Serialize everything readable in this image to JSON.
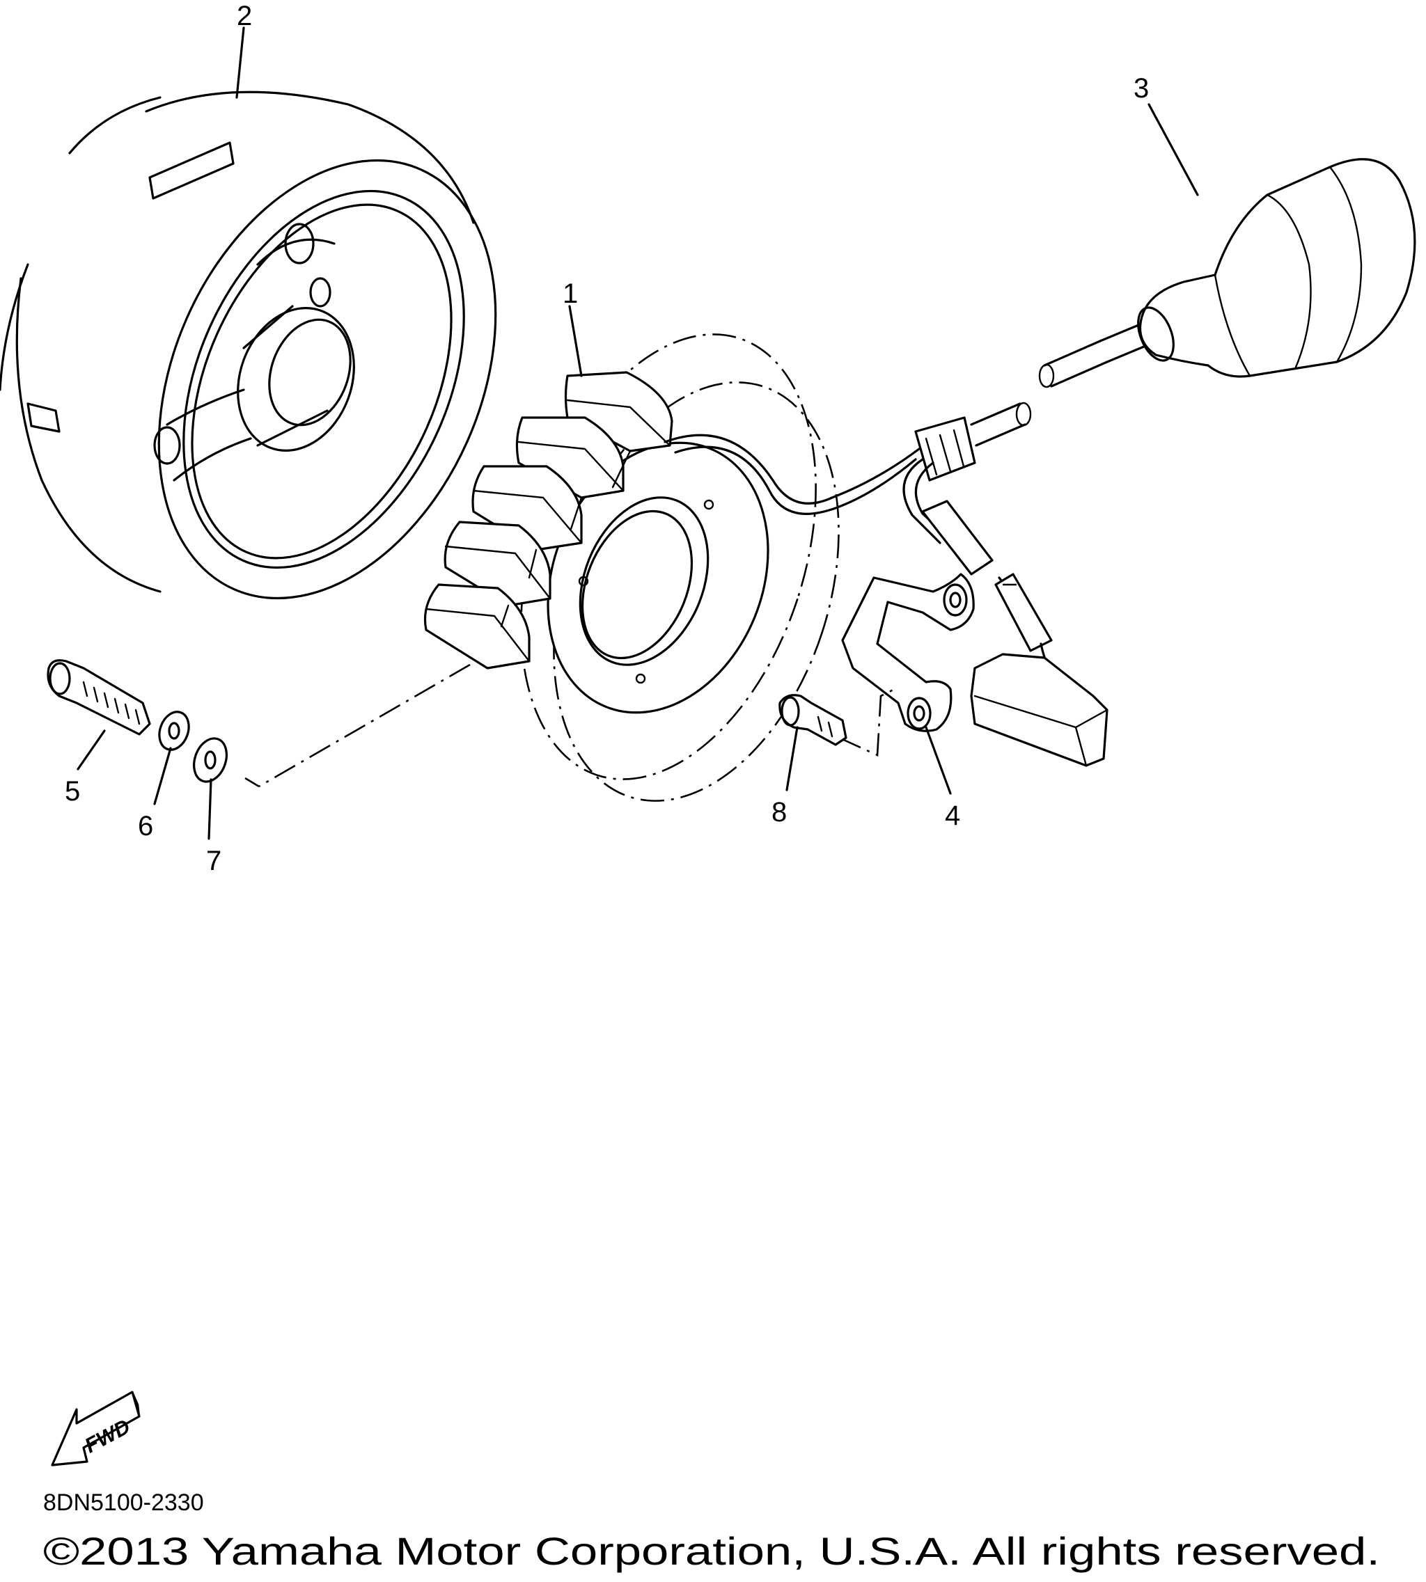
{
  "diagram": {
    "labels": [
      {
        "id": "1",
        "text": "1"
      },
      {
        "id": "2",
        "text": "2"
      },
      {
        "id": "3",
        "text": "3"
      },
      {
        "id": "4",
        "text": "4"
      },
      {
        "id": "5",
        "text": "5"
      },
      {
        "id": "6",
        "text": "6"
      },
      {
        "id": "7",
        "text": "7"
      },
      {
        "id": "8",
        "text": "8"
      }
    ],
    "fwd_arrow_text": "FWD",
    "diagram_code": "8DN5100-2330",
    "copyright": "©2013 Yamaha Motor Corporation, U.S.A. All rights reserved."
  }
}
